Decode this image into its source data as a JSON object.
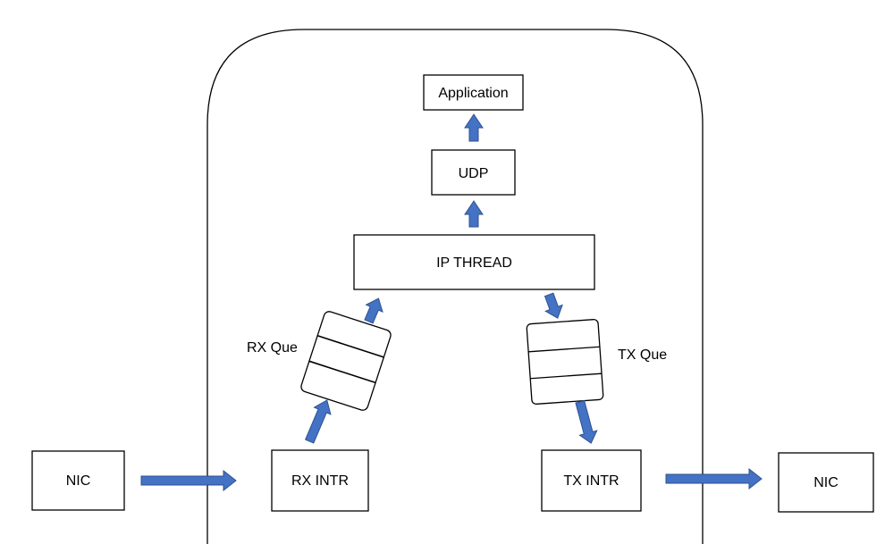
{
  "colors": {
    "arrow": "#4472C4",
    "box_stroke": "#000000",
    "background": "#FFFFFF"
  },
  "nodes": {
    "application": "Application",
    "udp": "UDP",
    "ip_thread": "IP THREAD",
    "rx_queue_label": "RX Que",
    "tx_queue_label": "TX Que",
    "rx_intr": "RX INTR",
    "tx_intr": "TX INTR",
    "nic_left": "NIC",
    "nic_right": "NIC"
  }
}
